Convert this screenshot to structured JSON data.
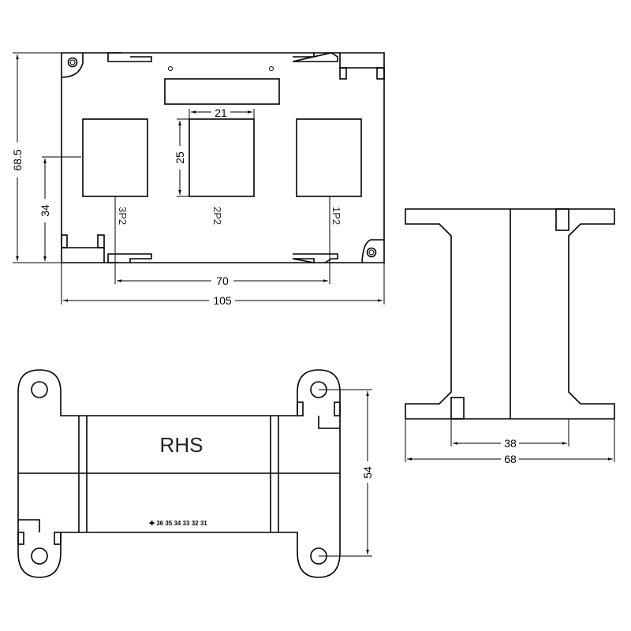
{
  "drawing": {
    "top_view": {
      "dimensions": {
        "overall_width": "105",
        "overall_height": "68.5",
        "pin_spacing": "70",
        "pin_height": "34",
        "module_width": "21",
        "module_height": "25"
      },
      "pin_labels": [
        "3P2",
        "2P2",
        "1P2"
      ]
    },
    "side_view": {
      "dimensions": {
        "inner_width": "38",
        "outer_width": "68"
      }
    },
    "bottom_view": {
      "brand_label": "RHS",
      "pin_markings": "✚ 36 35 34 33 32 31",
      "dimensions": {
        "mount_spacing": "54"
      }
    }
  },
  "colors": {
    "line": "#000000",
    "background": "#ffffff"
  }
}
